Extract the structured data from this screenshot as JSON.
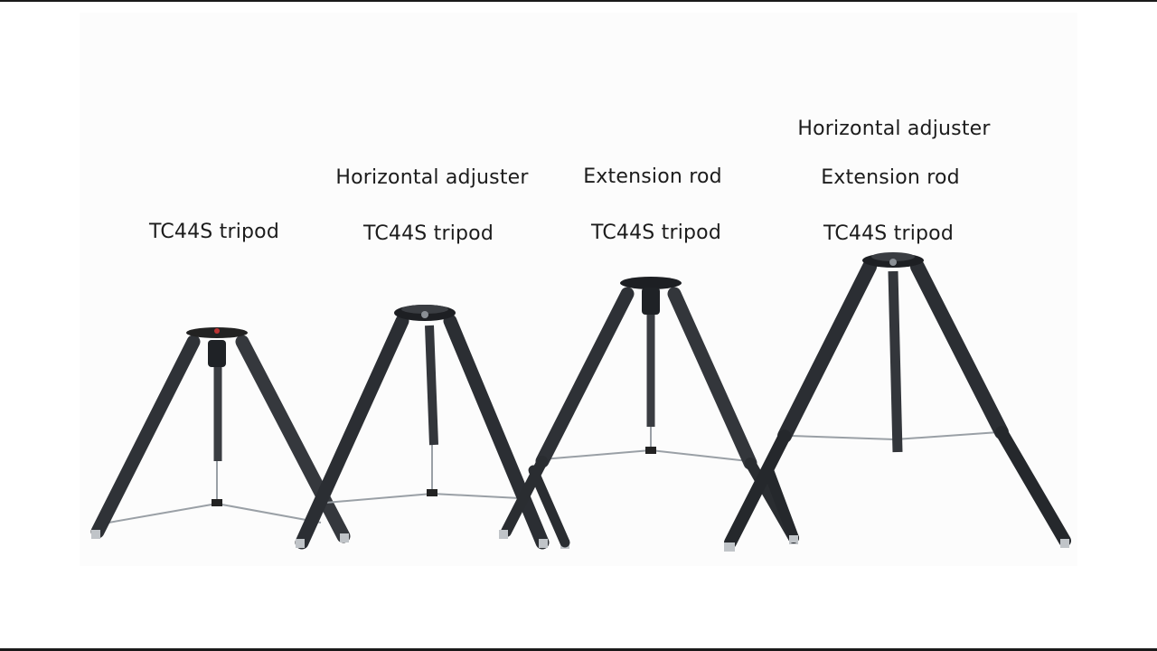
{
  "products": [
    {
      "labels": [
        "TC44S tripod"
      ]
    },
    {
      "labels": [
        "Horizontal adjuster",
        "TC44S tripod"
      ]
    },
    {
      "labels": [
        "Extension rod",
        "TC44S tripod"
      ]
    },
    {
      "labels": [
        "Horizontal adjuster",
        "Extension rod",
        "TC44S tripod"
      ]
    }
  ],
  "colors": {
    "leg": "#2b2e33",
    "leg_highlight": "#4a4e55",
    "spreader": "#9aa0a6",
    "background": "#fcfcfc"
  }
}
